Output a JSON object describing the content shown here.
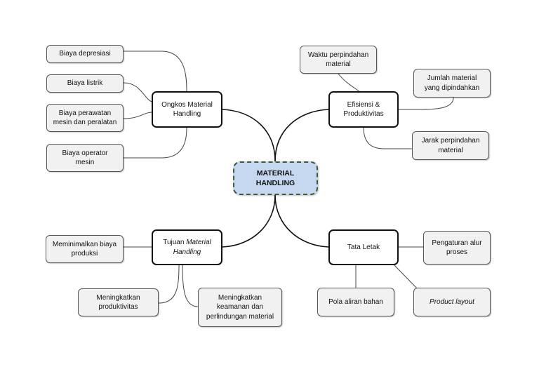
{
  "center": {
    "line1": "MATERIAL",
    "line2": "HANDLING"
  },
  "ongkos": {
    "title_line1": "Ongkos Material",
    "title_line2": "Handling",
    "items": [
      {
        "line1": "Biaya depresiasi",
        "line2": ""
      },
      {
        "line1": "Biaya listrik",
        "line2": ""
      },
      {
        "line1": "Biaya perawatan",
        "line2": "mesin dan peralatan"
      },
      {
        "line1": "Biaya operator",
        "line2": "mesin"
      }
    ]
  },
  "efisiensi": {
    "title_line1": "Efisiensi &",
    "title_line2": "Produktivitas",
    "items": [
      {
        "line1": "Waktu perpindahan",
        "line2": "material"
      },
      {
        "line1": "Jumlah material",
        "line2": "yang dipindahkan"
      },
      {
        "line1": "Jarak perpindahan",
        "line2": "material"
      }
    ]
  },
  "tujuan": {
    "title_prefix": "Tujuan",
    "title_italic1": "Material",
    "title_italic2": "Handling",
    "items": [
      {
        "line1": "Meminimalkan biaya",
        "line2": "produksi"
      },
      {
        "line1": "Meningkatkan",
        "line2": "produktivitas"
      },
      {
        "line1": "Meningkatkan",
        "line2": "keamanan dan",
        "line3": "perlindungan material"
      }
    ]
  },
  "tata": {
    "title": "Tata Letak",
    "items": [
      {
        "line1": "Pengaturan alur",
        "line2": "proses"
      },
      {
        "line1": "Pola aliran bahan"
      },
      {
        "line1": "Product layout"
      }
    ]
  }
}
